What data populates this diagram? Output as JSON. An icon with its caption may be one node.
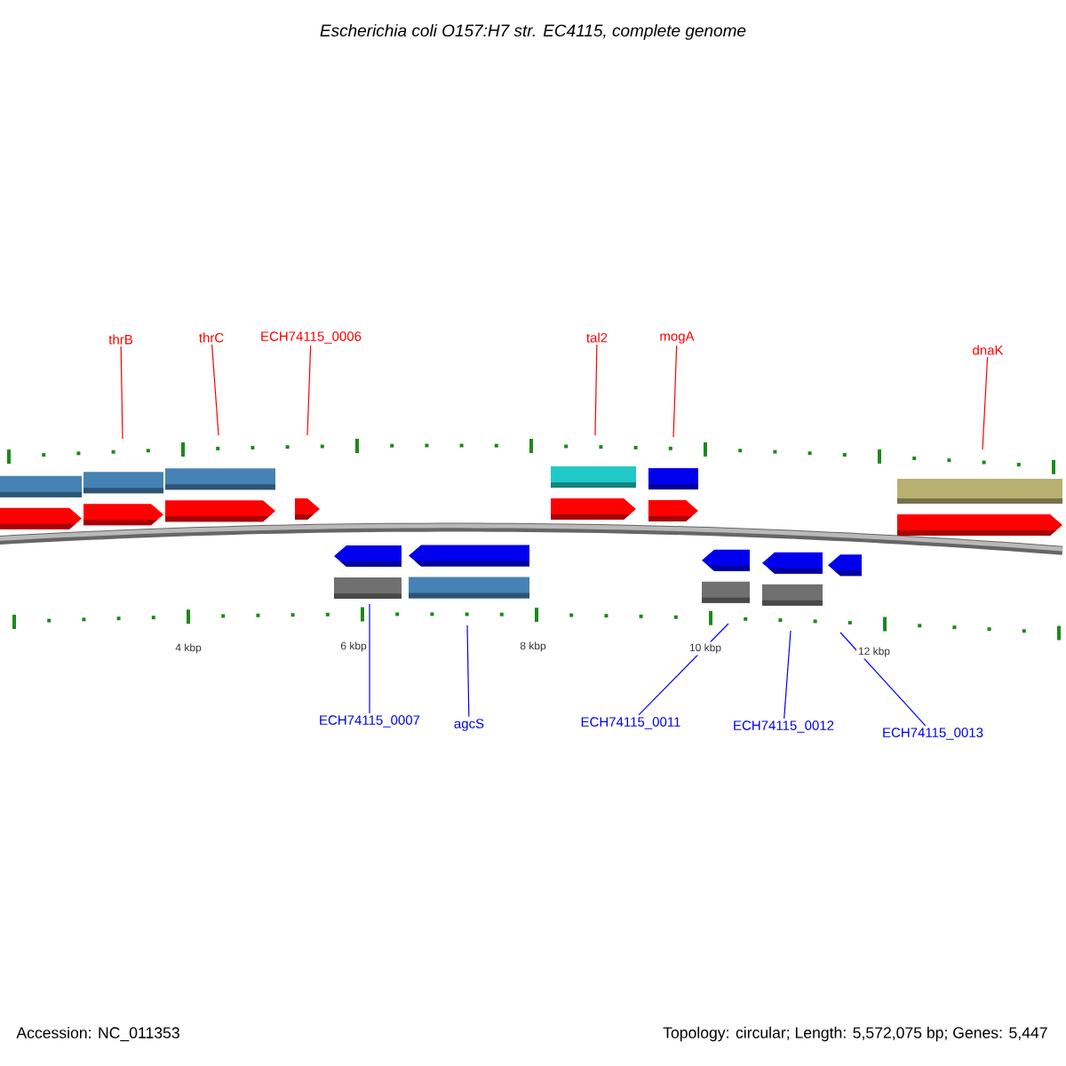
{
  "diagram": {
    "title": "Escherichia coli O157:H7 str. EC4115, complete genome",
    "nodes": [
      {
        "text": [
          "thrB"
        ]
      },
      {
        "text": [
          "thrC"
        ]
      },
      {
        "text": [
          "ECH74115_0006"
        ]
      },
      {
        "text": [
          "tal2"
        ]
      },
      {
        "text": [
          "mogA"
        ]
      },
      {
        "text": [
          "dnaK"
        ]
      },
      {
        "text": [
          "ECH74115_0007"
        ]
      },
      {
        "text": [
          "agcS"
        ]
      },
      {
        "text": [
          "ECH74115_0011"
        ]
      },
      {
        "text": [
          "ECH74115_0012"
        ]
      },
      {
        "text": [
          "ECH74115_0013"
        ]
      }
    ],
    "edges": [
      {
        "from": 0,
        "to": null,
        "arrow": "none"
      },
      {
        "from": 1,
        "to": null,
        "arrow": "none"
      },
      {
        "from": 2,
        "to": null,
        "arrow": "none"
      },
      {
        "from": 3,
        "to": null,
        "arrow": "none"
      },
      {
        "from": 4,
        "to": null,
        "arrow": "none"
      },
      {
        "from": 5,
        "to": null,
        "arrow": "none"
      },
      {
        "from": 6,
        "to": null,
        "arrow": "none",
        "color": "#0000ff"
      },
      {
        "from": 7,
        "to": null,
        "arrow": "none",
        "color": "#0000ff"
      },
      {
        "from": 8,
        "to": null,
        "arrow": "none",
        "color": "#0000ff"
      },
      {
        "from": 9,
        "to": null,
        "arrow": "none",
        "color": "#0000ff"
      },
      {
        "from": 10,
        "to": null,
        "arrow": "none",
        "color": "#0000ff"
      }
    ],
    "labels": [
      "4 kbp",
      "6 kbp",
      "8 kbp",
      "10 kbp",
      "12 kbp",
      "Accession: NC_011353",
      "Topology: circular; Length: 5,572,075 bp; Genes: 5,447"
    ]
  }
}
